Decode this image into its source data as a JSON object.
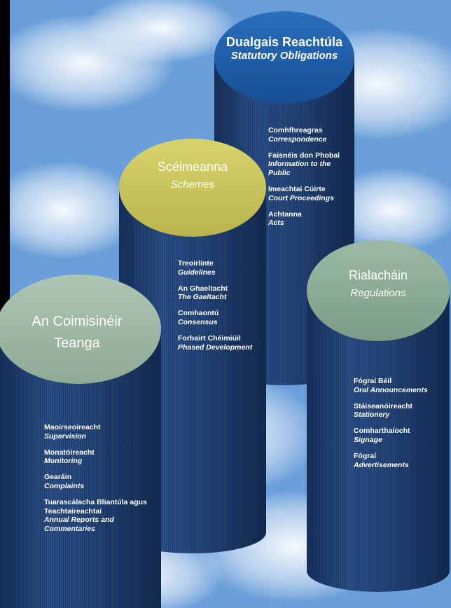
{
  "colors": {
    "sky": "#6da3dd",
    "cylinder": "#1e3d6e",
    "top_dualgais": "#1f5fa8",
    "top_sceimeanna": "#c9c45a",
    "top_coimisineir": "#9fb8a4",
    "top_rialachain": "#8aab94"
  },
  "dualgais": {
    "title_ga": "Dualgais Reachtúla",
    "title_en": "Statutory Obligations",
    "items": [
      {
        "ga": "Comhfhreagras",
        "en": "Correspondence"
      },
      {
        "ga": "Faisnéis don Phobal",
        "en": "Information to the Public"
      },
      {
        "ga": "Imeachtaí Cúirte",
        "en": "Court Proceedings"
      },
      {
        "ga": "Achtanna",
        "en": "Acts"
      }
    ]
  },
  "sceimeanna": {
    "title_ga": "Scéimeanna",
    "title_en": "Schemes",
    "items": [
      {
        "ga": "Treoirlínte",
        "en": "Guidelines"
      },
      {
        "ga": "An Ghaeltacht",
        "en": "The Gaeltacht"
      },
      {
        "ga": "Comhaontú",
        "en": "Consensus"
      },
      {
        "ga": "Forbairt Chéimiúil",
        "en": "Phased Development"
      }
    ]
  },
  "coimisineir": {
    "title_line1": "An Coimisinéir",
    "title_line2": "Teanga",
    "items": [
      {
        "ga": "Maoirseoireacht",
        "en": "Supervision"
      },
      {
        "ga": "Monatóireacht",
        "en": "Monitoring"
      },
      {
        "ga": "Gearáin",
        "en": "Complaints"
      },
      {
        "ga": "Tuarascálacha Bliantúla agus Teachtaireachtaí",
        "en": "Annual Reports and Commentaries"
      }
    ]
  },
  "rialachain": {
    "title_ga": "Rialacháin",
    "title_en": "Regulations",
    "items": [
      {
        "ga": "Fógraí Béil",
        "en": "Oral Announcements"
      },
      {
        "ga": "Stáiseanóireacht",
        "en": "Stationery"
      },
      {
        "ga": "Comharthaíocht",
        "en": "Signage"
      },
      {
        "ga": "Fógraí",
        "en": "Advertisements"
      }
    ]
  }
}
